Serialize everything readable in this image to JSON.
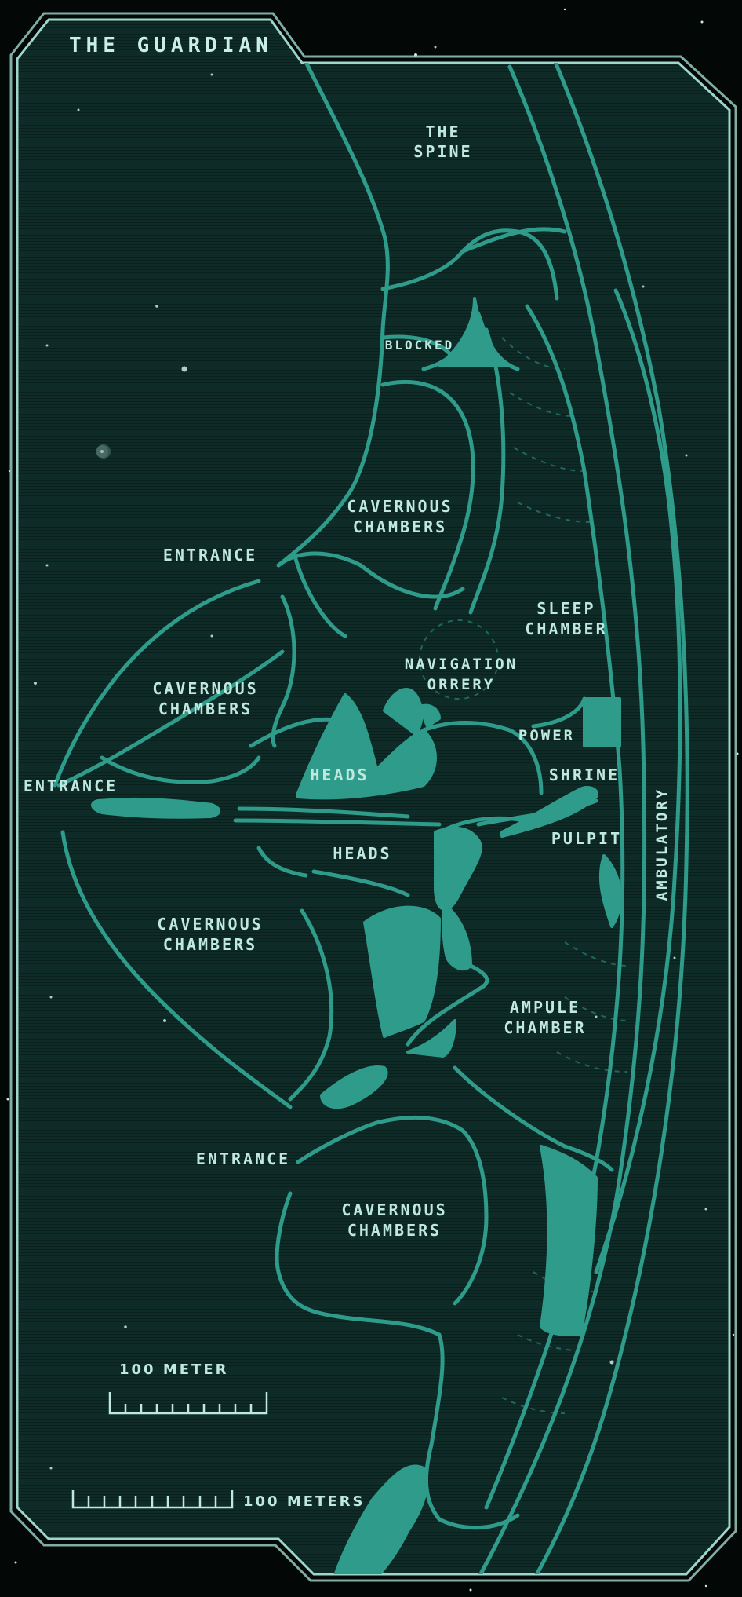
{
  "title": "THE GUARDIAN",
  "labels": {
    "spine_1": "THE",
    "spine_2": "SPINE",
    "blocked": "BLOCKED",
    "cav_top_1": "CAVERNOUS",
    "cav_top_2": "CHAMBERS",
    "entrance_upper": "ENTRANCE",
    "sleep_1": "SLEEP",
    "sleep_2": "CHAMBER",
    "nav_1": "NAVIGATION",
    "nav_2": "ORRERY",
    "cav_left_1": "CAVERNOUS",
    "cav_left_2": "CHAMBERS",
    "power": "POWER",
    "entrance_left": "ENTRANCE",
    "heads_upper": "HEADS",
    "shrine": "SHRINE",
    "pulpit": "PULPIT",
    "heads_lower": "HEADS",
    "ambulatory": "AMBULATORY",
    "cav_mid_1": "CAVERNOUS",
    "cav_mid_2": "CHAMBERS",
    "ampule_1": "AMPULE",
    "ampule_2": "CHAMBER",
    "entrance_lower": "ENTRANCE",
    "cav_bottom_1": "CAVERNOUS",
    "cav_bottom_2": "CHAMBERS"
  },
  "scale": {
    "upper_label": "100 METER",
    "lower_label": "100 METERS"
  },
  "colors": {
    "background": "#030807",
    "panel": "#0e2b27",
    "accent": "#2f9b8a",
    "frame": "#9fd6cb",
    "text": "#bfe8df"
  }
}
